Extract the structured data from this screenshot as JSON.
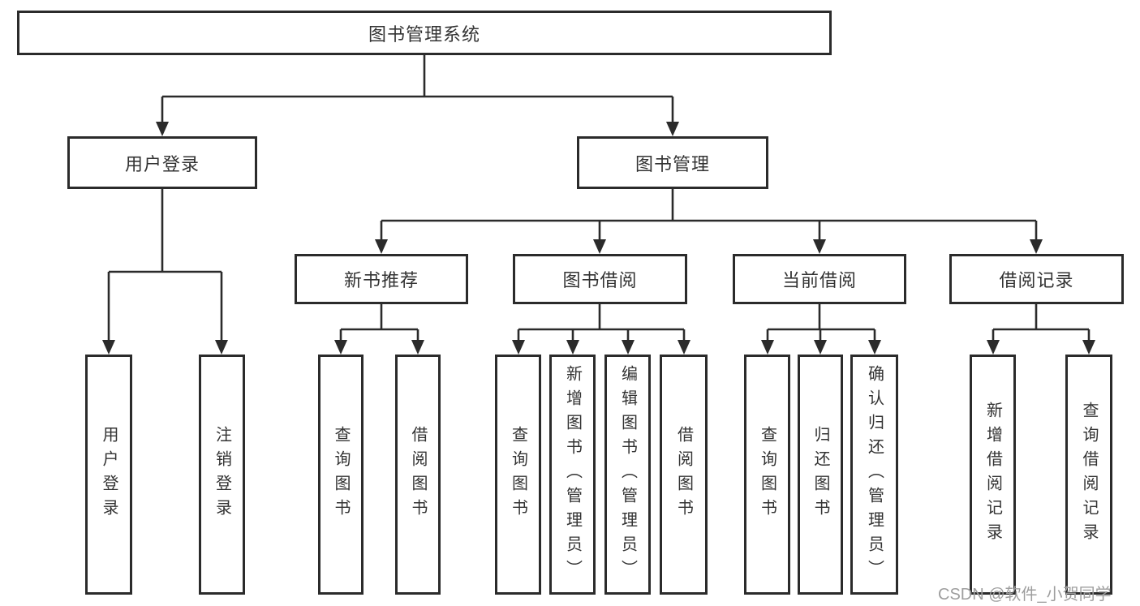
{
  "diagram": {
    "root": {
      "label": "图书管理系统"
    },
    "branches": [
      {
        "label": "用户登录",
        "children": [
          {
            "label": "用户登录"
          },
          {
            "label": "注销登录"
          }
        ]
      },
      {
        "label": "图书管理",
        "children": [
          {
            "label": "新书推荐",
            "children": [
              {
                "label": "查询图书"
              },
              {
                "label": "借阅图书"
              }
            ]
          },
          {
            "label": "图书借阅",
            "children": [
              {
                "label": "查询图书"
              },
              {
                "label": "新增图书（管理员）"
              },
              {
                "label": "编辑图书（管理员）"
              },
              {
                "label": "借阅图书"
              }
            ]
          },
          {
            "label": "当前借阅",
            "children": [
              {
                "label": "查询图书"
              },
              {
                "label": "归还图书"
              },
              {
                "label": "确认归还（管理员）"
              }
            ]
          },
          {
            "label": "借阅记录",
            "children": [
              {
                "label": "新增借阅记录"
              },
              {
                "label": "查询借阅记录"
              }
            ]
          }
        ]
      }
    ]
  },
  "watermark": {
    "text": "CSDN @软件_小贺同学"
  },
  "colors": {
    "line": "#2b2b2b",
    "box_border": "#2b2b2b",
    "text": "#333333",
    "background": "#ffffff",
    "watermark_text": "#9e9e9e"
  }
}
